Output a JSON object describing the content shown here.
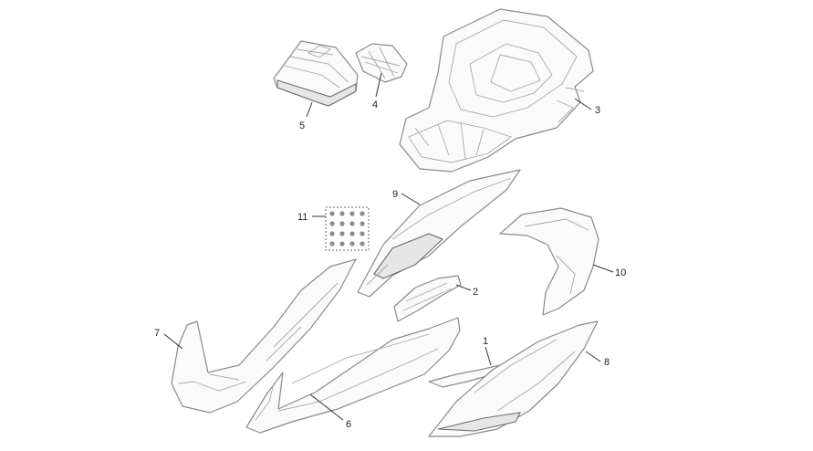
{
  "callouts": {
    "c1": "1",
    "c2": "2",
    "c3": "3",
    "c4": "4",
    "c5": "5",
    "c6": "6",
    "c7": "7",
    "c8": "8",
    "c9": "9",
    "c10": "10",
    "c11": "11"
  },
  "colors": {
    "line": "#8a8a8a",
    "label": "#222222",
    "background": "#ffffff"
  },
  "kit_dots": {
    "rows": 4,
    "cols": 4
  }
}
